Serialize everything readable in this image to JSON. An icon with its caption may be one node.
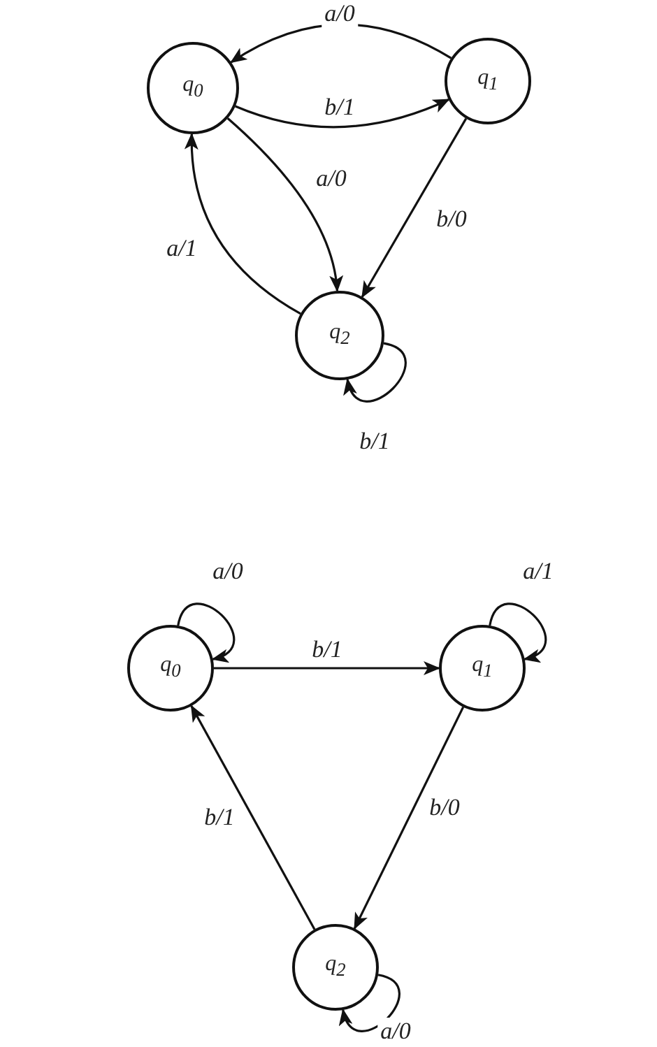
{
  "diagram": {
    "nodes": [
      {
        "text": [
          "q$_{0}$"
        ]
      },
      {
        "text": [
          "q$_{1}$"
        ]
      },
      {
        "text": [
          "q$_{2}$"
        ]
      },
      {
        "text": [
          "q$_{0}$"
        ]
      },
      {
        "text": [
          "q$_{1}$"
        ]
      },
      {
        "text": [
          "q$_{2}$"
        ]
      }
    ],
    "edges": [
      {
        "from": 1,
        "to": 0,
        "arrow": "to",
        "label": "a/0"
      },
      {
        "from": 0,
        "to": 1,
        "arrow": "to",
        "label": "b/1"
      },
      {
        "from": 0,
        "to": 2,
        "arrow": "to",
        "label": "a/0"
      },
      {
        "from": 2,
        "to": 0,
        "arrow": "to",
        "label": "a/1"
      },
      {
        "from": 1,
        "to": 2,
        "arrow": "to",
        "label": "b/0"
      },
      {
        "from": 2,
        "to": 2,
        "arrow": "to",
        "label": "b/1"
      },
      {
        "from": 3,
        "to": 3,
        "arrow": "to",
        "label": "a/0"
      },
      {
        "from": 3,
        "to": 4,
        "arrow": "to",
        "label": "b/1"
      },
      {
        "from": 4,
        "to": 4,
        "arrow": "to",
        "label": "a/1"
      },
      {
        "from": 4,
        "to": 5,
        "arrow": "to",
        "label": "b/0"
      },
      {
        "from": 5,
        "to": 3,
        "arrow": "to",
        "label": "b/1"
      },
      {
        "from": 5,
        "to": 5,
        "arrow": "to",
        "label": "a/0"
      }
    ]
  }
}
